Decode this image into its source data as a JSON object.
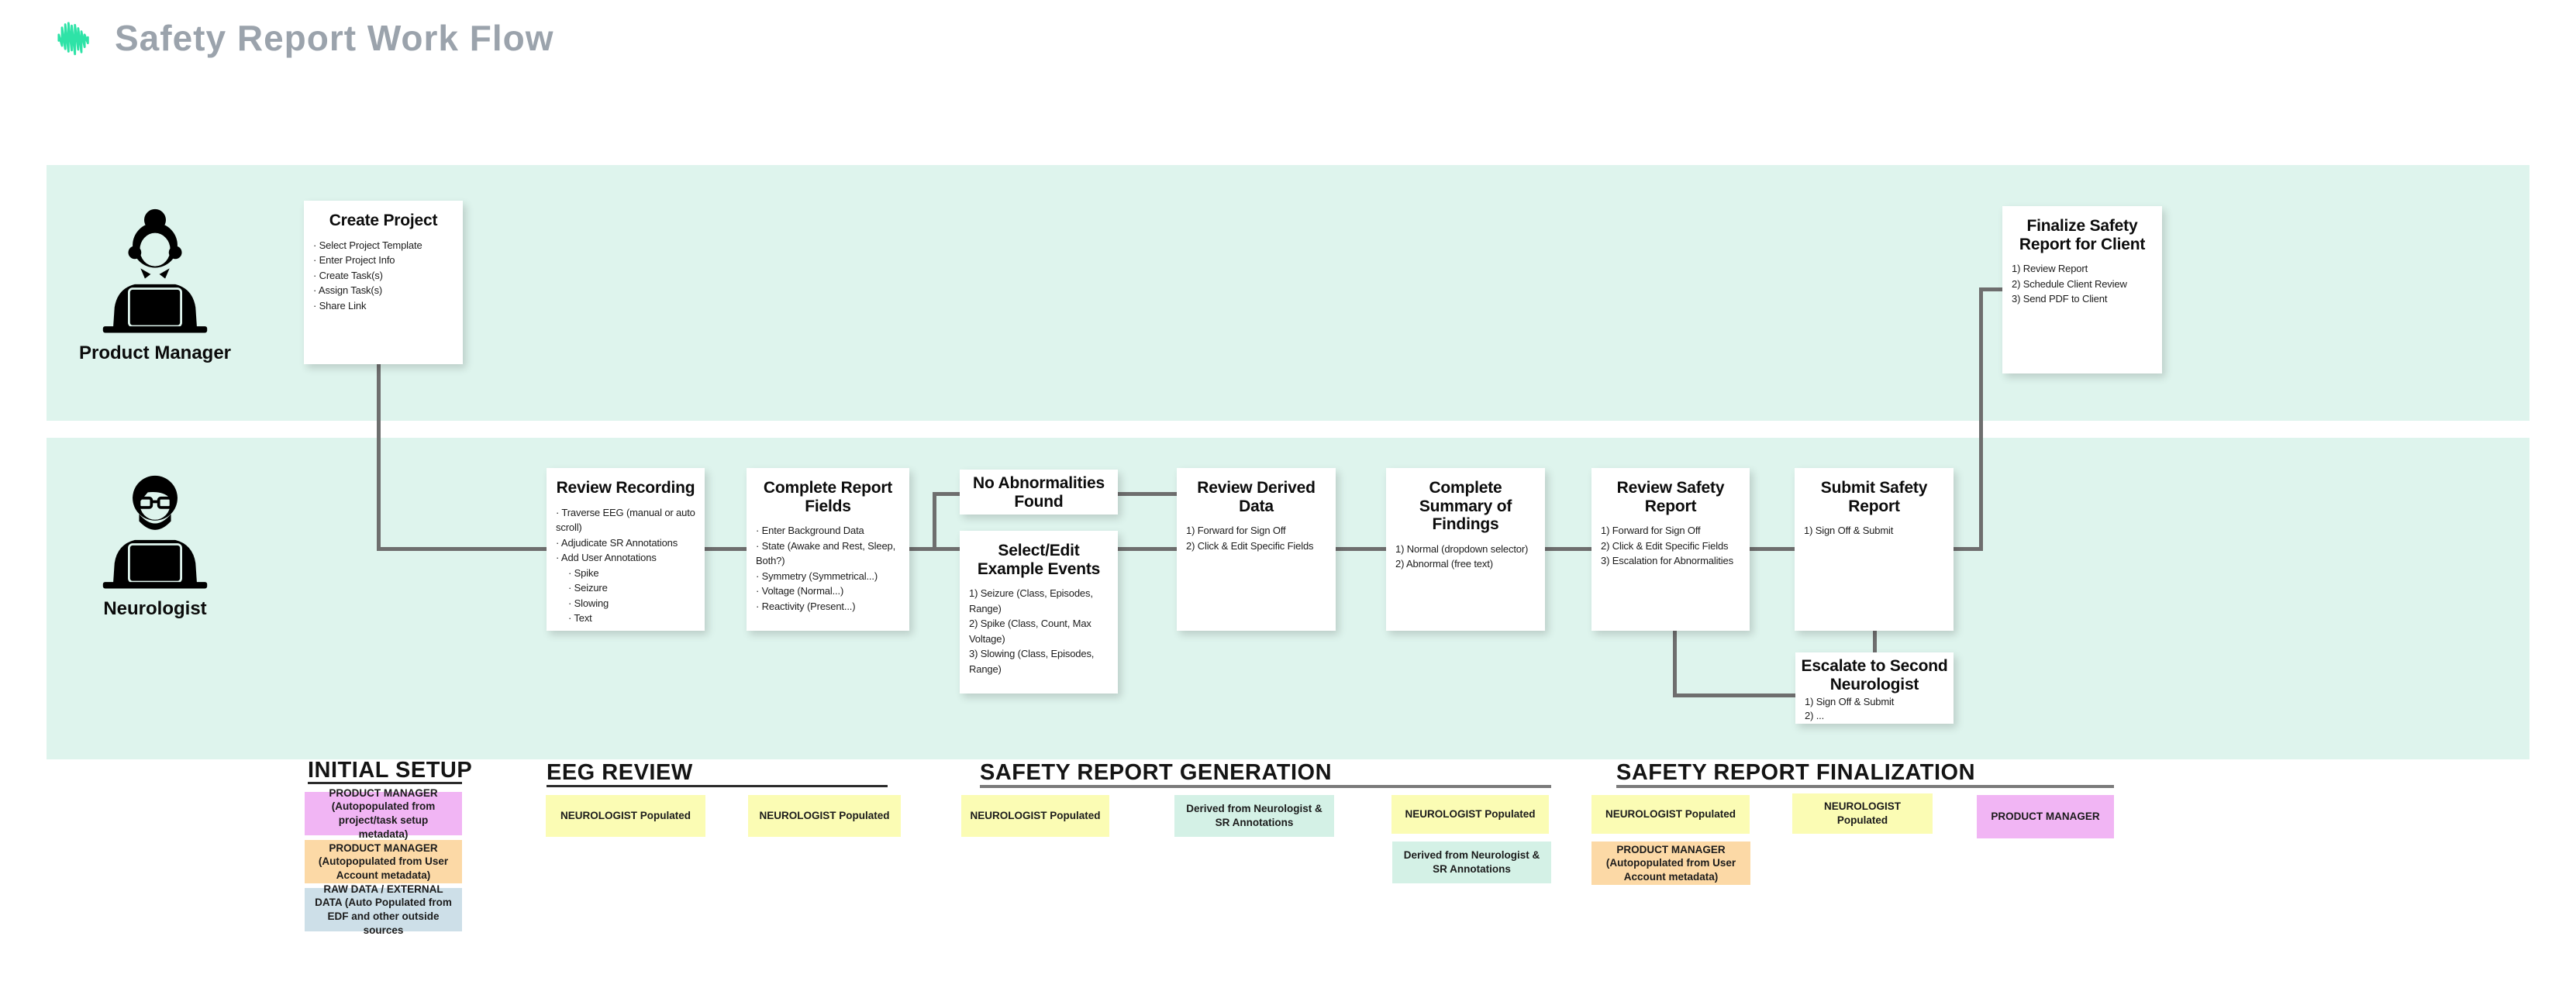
{
  "header": {
    "title": "Safety Report Work Flow",
    "logo": "eeg-waveform-icon"
  },
  "lanes": {
    "product_manager": {
      "label": "Product Manager"
    },
    "neurologist": {
      "label": "Neurologist"
    }
  },
  "cards": {
    "create_project": {
      "title": "Create Project",
      "items": [
        "· Select Project Template",
        "· Enter Project Info",
        "· Create Task(s)",
        "· Assign Task(s)",
        "· Share Link"
      ]
    },
    "finalize_safety_report": {
      "title": "Finalize Safety Report for Client",
      "items": [
        "1) Review Report",
        "2) Schedule Client Review",
        "3) Send PDF to Client"
      ]
    },
    "review_recording": {
      "title": "Review Recording",
      "items": [
        "· Traverse EEG (manual or auto scroll)",
        "· Adjudicate SR Annotations",
        "· Add User Annotations",
        "· Spike",
        "· Seizure",
        "· Slowing",
        "· Text"
      ]
    },
    "complete_report_fields": {
      "title": "Complete Report Fields",
      "items": [
        "· Enter Background Data",
        "· State (Awake and Rest, Sleep, Both?)",
        "· Symmetry (Symmetrical...)",
        "· Voltage (Normal...)",
        "· Reactivity (Present...)"
      ]
    },
    "no_abnormalities": {
      "title": "No Abnormalities Found"
    },
    "select_edit_events": {
      "title": "Select/Edit Example Events",
      "items": [
        "1) Seizure (Class, Episodes, Range)",
        "2) Spike (Class, Count, Max Voltage)",
        "3) Slowing (Class, Episodes, Range)"
      ]
    },
    "review_derived_data": {
      "title": "Review Derived Data",
      "items": [
        "1) Forward for Sign Off",
        "2) Click & Edit Specific Fields"
      ]
    },
    "complete_summary": {
      "title": "Complete Summary of Findings",
      "items": [
        "1) Normal (dropdown selector)",
        "2) Abnormal (free text)"
      ]
    },
    "review_safety_report": {
      "title": "Review Safety Report",
      "items": [
        "1) Forward for Sign Off",
        "2) Click & Edit Specific Fields",
        "3) Escalation for Abnormalities"
      ]
    },
    "submit_safety_report": {
      "title": "Submit Safety Report",
      "items": [
        "1) Sign Off & Submit"
      ]
    },
    "escalate_second_neurologist": {
      "title": "Escalate to Second Neurologist",
      "items": [
        "1) Sign Off & Submit",
        "2) ..."
      ]
    }
  },
  "legend": {
    "initial_setup": {
      "title": "INITIAL SETUP",
      "boxes": [
        {
          "color_key": "purple",
          "text": "PRODUCT MANAGER (Autopopulated from project/task setup metadata)"
        },
        {
          "color_key": "orange",
          "text": "PRODUCT MANAGER (Autopopulated from User Account metadata)"
        },
        {
          "color_key": "blue",
          "text": "RAW DATA / EXTERNAL DATA (Auto Populated from EDF and other outside sources"
        }
      ]
    },
    "eeg_review": {
      "title": "EEG REVIEW",
      "boxes": [
        {
          "color_key": "yellow",
          "text": "NEUROLOGIST Populated"
        },
        {
          "color_key": "yellow",
          "text": "NEUROLOGIST Populated"
        }
      ]
    },
    "safety_report_generation": {
      "title": "SAFETY REPORT GENERATION",
      "boxes": [
        {
          "color_key": "yellow",
          "text": "NEUROLOGIST Populated"
        },
        {
          "color_key": "mint",
          "text": "Derived from Neurologist & SR Annotations"
        },
        {
          "color_key": "yellow",
          "text": "NEUROLOGIST Populated"
        },
        {
          "color_key": "mint",
          "text": "Derived from Neurologist & SR Annotations"
        }
      ]
    },
    "safety_report_finalization": {
      "title": "SAFETY REPORT FINALIZATION",
      "boxes": [
        {
          "color_key": "yellow",
          "text": "NEUROLOGIST Populated"
        },
        {
          "color_key": "orange",
          "text": "PRODUCT MANAGER (Autopopulated from User Account metadata)"
        },
        {
          "color_key": "yellow",
          "text": "NEUROLOGIST Populated"
        },
        {
          "color_key": "purple",
          "text": "PRODUCT MANAGER"
        }
      ]
    }
  },
  "colors": {
    "lane_band": "#def4ed",
    "yellow": "#fbfcb4",
    "mint": "#d4f1e6",
    "purple": "#f1b5f4",
    "orange": "#fcd9a6",
    "blue": "#cddfe8",
    "connector": "#6e6e6e",
    "logo_teal": "#2ee3a7",
    "title_gray": "#9ba3ac"
  }
}
